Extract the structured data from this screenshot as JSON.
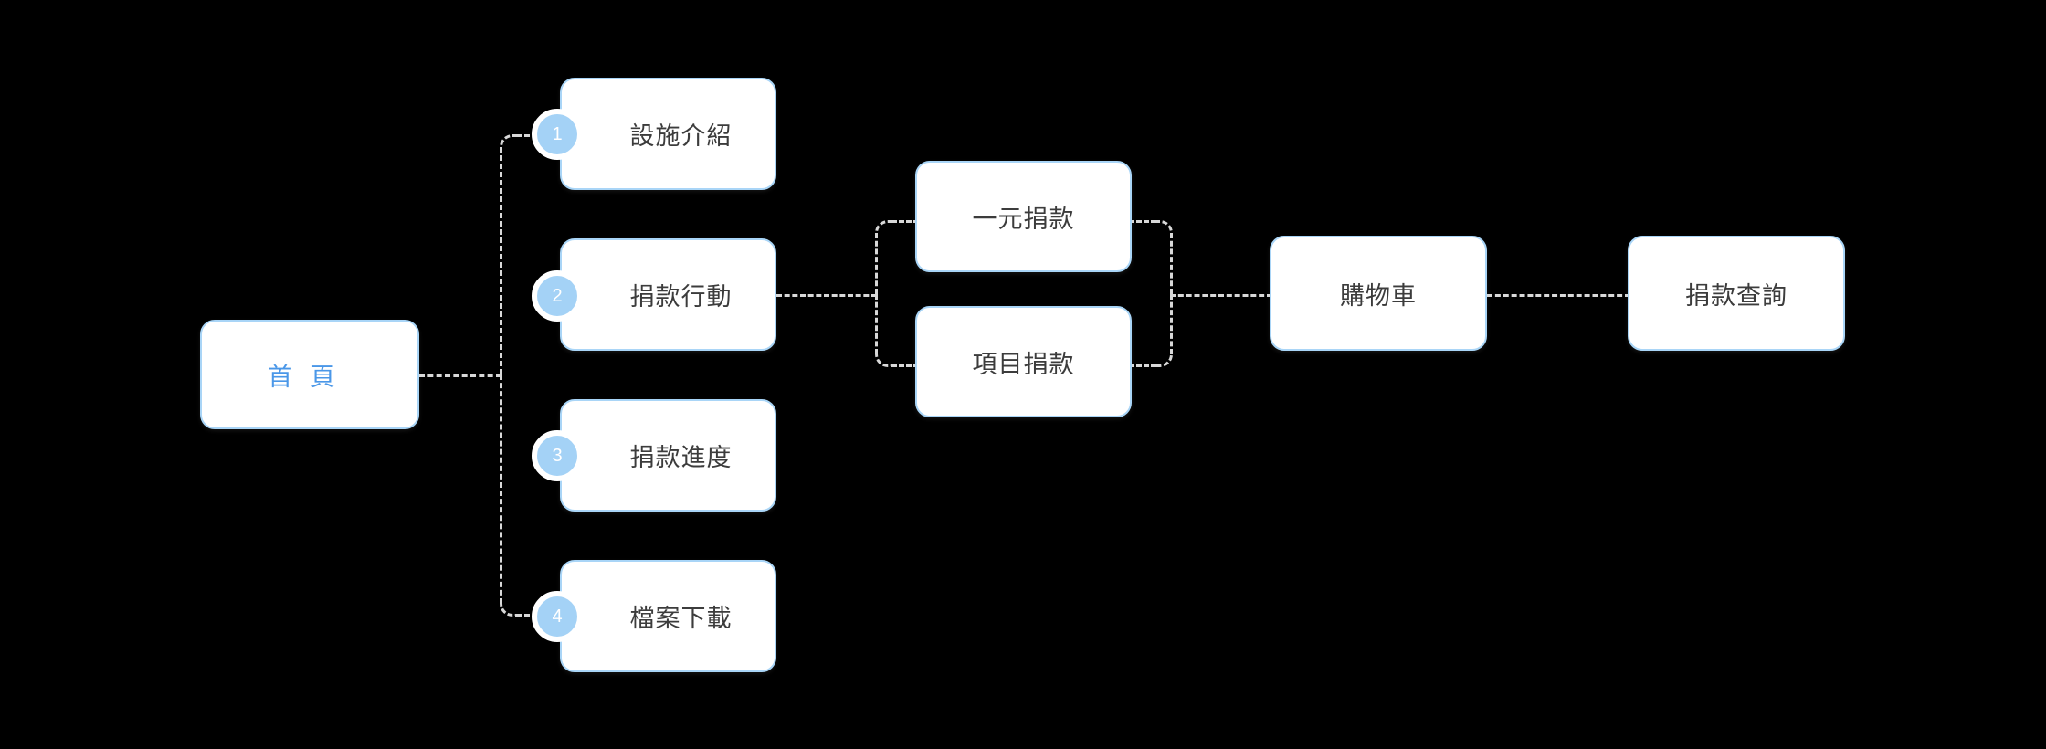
{
  "diagram": {
    "title": "Donation site sitemap flowchart",
    "background_color": "#000000",
    "box_fill_color": "#ffffff",
    "box_border_color": "#a9d5f7",
    "badge_color": "#a4d2f6",
    "connector_color": "#d8d8d8",
    "home_text_color": "#4a97e8",
    "node_text_color": "#3c3c3c"
  },
  "nodes": {
    "home": {
      "label": "首 頁"
    },
    "branches": [
      {
        "number": "1",
        "label": "設施介紹"
      },
      {
        "number": "2",
        "label": "捐款行動"
      },
      {
        "number": "3",
        "label": "捐款進度"
      },
      {
        "number": "4",
        "label": "檔案下載"
      }
    ],
    "donation_options": [
      {
        "label": "一元捐款"
      },
      {
        "label": "項目捐款"
      }
    ],
    "cart": {
      "label": "購物車"
    },
    "inquiry": {
      "label": "捐款查詢"
    }
  }
}
